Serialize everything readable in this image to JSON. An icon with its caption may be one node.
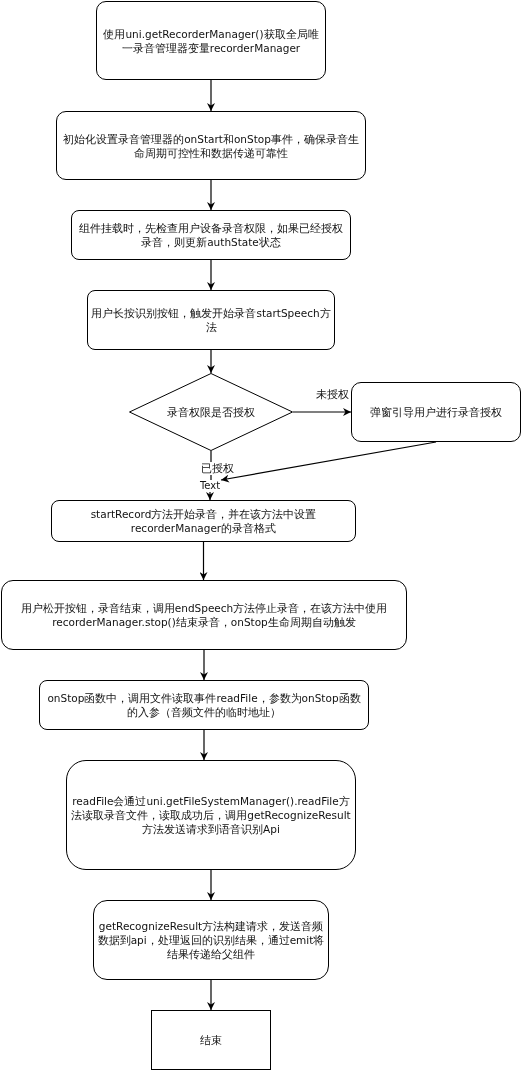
{
  "diagram": {
    "nodes": [
      {
        "text": [
          "使用uni.getRecorderManager()获取全局唯一录音管理器变量recorderManager"
        ]
      },
      {
        "text": [
          "初始化设置录音管理器的onStart和onStop事件，确保录音生命周期可控性和数据传递可靠性"
        ]
      },
      {
        "text": [
          "组件挂载时，先检查用户设备录音权限，如果已经授权录音，则更新authState状态"
        ]
      },
      {
        "text": [
          "用户长按识别按钮，触发开始录音startSpeech方法"
        ]
      },
      {
        "text": [
          "录音权限是否授权"
        ]
      },
      {
        "text": [
          "弹窗引导用户进行录音授权"
        ]
      },
      {
        "text": [
          "Text"
        ]
      },
      {
        "text": [
          "startRecord方法开始录音，并在该方法中设置recorderManager的录音格式"
        ]
      },
      {
        "text": [
          "用户松开按钮，录音结束，调用endSpeech方法停止录音，在该方法中使用recorderManager.stop()结束录音，onStop生命周期自动触发"
        ]
      },
      {
        "text": [
          "onStop函数中，调用文件读取事件readFile，参数为onStop函数的入参（音频文件的临时地址）"
        ]
      },
      {
        "text": [
          "readFile会通过uni.getFileSystemManager().readFile方法读取录音文件，读取成功后，调用getRecognizeResult方法发送请求到语音识别Api"
        ]
      },
      {
        "text": [
          "getRecognizeResult方法构建请求，发送音频数据到api，处理返回的识别结果，通过emit将结果传递给父组件"
        ]
      },
      {
        "text": [
          "结束"
        ]
      }
    ],
    "edges": [
      {
        "from": 0,
        "to": 1,
        "arrow": "to"
      },
      {
        "from": 1,
        "to": 2,
        "arrow": "to"
      },
      {
        "from": 2,
        "to": 3,
        "arrow": "to"
      },
      {
        "from": 3,
        "to": 4,
        "arrow": "to"
      },
      {
        "from": 4,
        "to": 5,
        "arrow": "to",
        "label": "未授权"
      },
      {
        "from": 4,
        "to": 6,
        "arrow": "none",
        "label": "已授权"
      },
      {
        "from": 5,
        "to": 6,
        "arrow": "to"
      },
      {
        "from": 6,
        "to": 7,
        "arrow": "to"
      },
      {
        "from": 7,
        "to": 8,
        "arrow": "to"
      },
      {
        "from": 8,
        "to": 9,
        "arrow": "to"
      },
      {
        "from": 9,
        "to": 10,
        "arrow": "to"
      },
      {
        "from": 10,
        "to": 11,
        "arrow": "to"
      },
      {
        "from": 11,
        "to": 12,
        "arrow": "to"
      }
    ]
  }
}
